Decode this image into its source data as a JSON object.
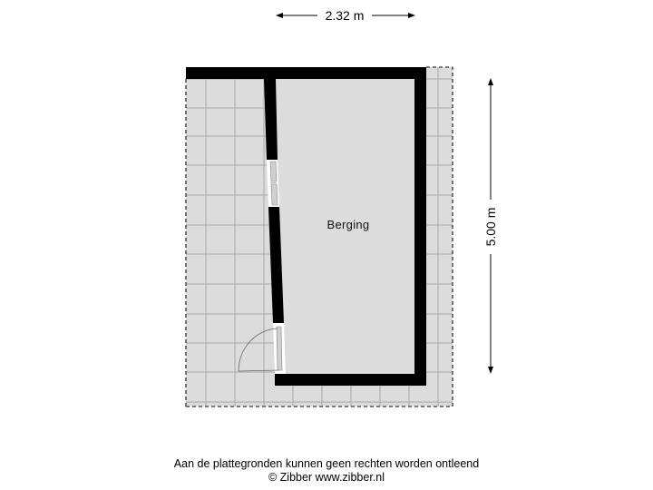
{
  "floorplan": {
    "width_dimension": "2.32 m",
    "height_dimension": "5.00 m",
    "rooms": [
      {
        "name": "Berging"
      }
    ],
    "colors": {
      "wall": "#000000",
      "floor": "#dcdcdc",
      "grid_line": "#a9a9a9",
      "boundary_dash": "#555555",
      "door_arc": "#666666"
    }
  },
  "footer": {
    "disclaimer": "Aan de plattegronden kunnen geen rechten worden ontleend",
    "copyright": "© Zibber www.zibber.nl"
  }
}
